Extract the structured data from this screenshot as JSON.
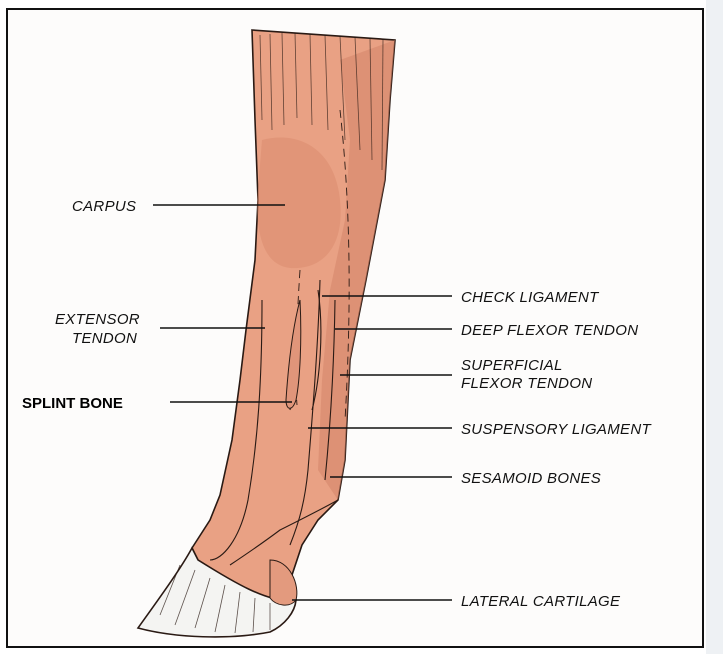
{
  "figure": {
    "labels": {
      "carpus": "CARPUS",
      "extensor_tendon_1": "EXTENSOR",
      "extensor_tendon_2": "TENDON",
      "splint_bone": "SPLINT BONE",
      "check_ligament": "CHECK LIGAMENT",
      "deep_flexor_tendon": "DEEP FLEXOR TENDON",
      "superficial_flexor_tendon_1": "SUPERFICIAL",
      "superficial_flexor_tendon_2": "FLEXOR TENDON",
      "suspensory_ligament": "SUSPENSORY LIGAMENT",
      "sesamoid_bones": "SESAMOID BONES",
      "lateral_cartilage": "LATERAL CARTILAGE"
    },
    "colors": {
      "tissue": "#e9a184",
      "tissue_shadow": "#d4856a",
      "outline": "#2a1a14",
      "hoof": "#f4f4f2",
      "background": "#fdfcfb"
    }
  }
}
